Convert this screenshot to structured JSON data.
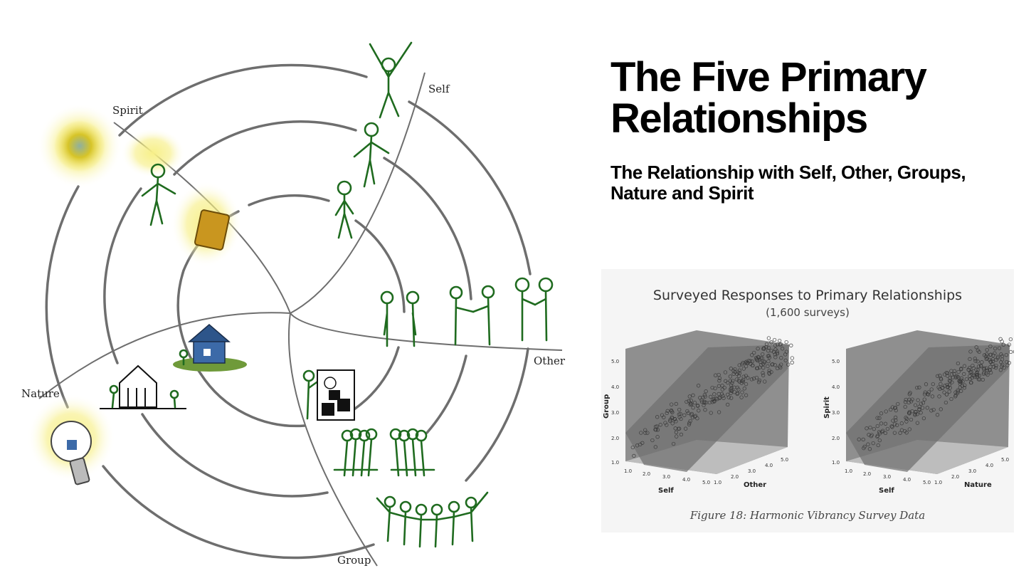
{
  "header": {
    "title": "The Five Primary Relationships",
    "subtitle": "The Relationship with Self, Other, Groups, Nature and Spirit"
  },
  "diagram": {
    "labels": {
      "self": "Self",
      "other": "Other",
      "group": "Group",
      "nature": "Nature",
      "spirit": "Spirit"
    },
    "colors": {
      "figure_green": "#1f6b1f",
      "ring_gray": "#6e6e6e",
      "glow_yellow": "#f4ea6e",
      "house_blue": "#3c6aa8"
    }
  },
  "figure": {
    "title": "Surveyed Responses to Primary Relationships",
    "subtitle": "(1,600 surveys)",
    "caption": "Figure 18: Harmonic Vibrancy Survey Data",
    "ticks": [
      "1.0",
      "2.0",
      "3.0",
      "4.0",
      "5.0"
    ]
  },
  "chart_data": [
    {
      "type": "scatter",
      "x_label": "Self",
      "y_label": "Other",
      "z_label": "Group",
      "ticks": [
        1.0,
        2.0,
        3.0,
        4.0,
        5.0
      ],
      "xlim": [
        1,
        5
      ],
      "ylim": [
        1,
        5
      ],
      "zlim": [
        1,
        5
      ]
    },
    {
      "type": "scatter",
      "x_label": "Self",
      "y_label": "Nature",
      "z_label": "Spirit",
      "ticks": [
        1.0,
        2.0,
        3.0,
        4.0,
        5.0
      ],
      "xlim": [
        1,
        5
      ],
      "ylim": [
        1,
        5
      ],
      "zlim": [
        1,
        5
      ]
    }
  ]
}
